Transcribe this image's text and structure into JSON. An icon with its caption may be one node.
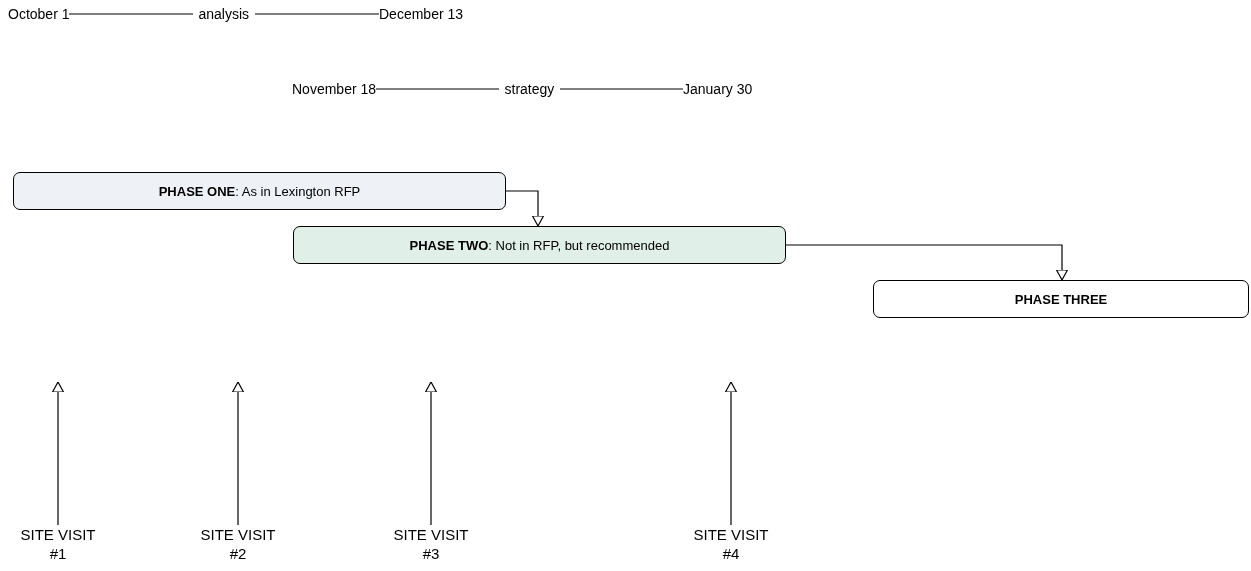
{
  "diagram": {
    "nodes": [
      {
        "text": [
          "October 1"
        ]
      },
      {
        "text": [
          "December 13"
        ]
      },
      {
        "text": [
          "November 18"
        ]
      },
      {
        "text": [
          "January 30"
        ]
      },
      {
        "text": [
          "**PHASE ONE**:  As in Lexington RFP"
        ]
      },
      {
        "text": [
          "**PHASE TWO**:  Not in RFP, but recommended"
        ]
      },
      {
        "text": [
          "PHASE THREE"
        ]
      },
      {
        "text": [
          "SITE VISIT #1"
        ]
      },
      {
        "text": [
          "SITE VISIT #2"
        ]
      },
      {
        "text": [
          "SITE VISIT #3"
        ]
      },
      {
        "text": [
          "SITE VISIT #4"
        ]
      }
    ],
    "edges": [
      {
        "from": 0,
        "to": 1,
        "arrow": "none",
        "label": "analysis"
      },
      {
        "from": 2,
        "to": 3,
        "arrow": "none",
        "label": "strategy"
      },
      {
        "from": 4,
        "to": 5,
        "arrow": "to"
      },
      {
        "from": 5,
        "to": 6,
        "arrow": "to"
      },
      {
        "from": 7,
        "to": null,
        "arrow": "to"
      },
      {
        "from": 8,
        "to": null,
        "arrow": "to"
      },
      {
        "from": 9,
        "to": null,
        "arrow": "to"
      },
      {
        "from": 10,
        "to": null,
        "arrow": "to"
      }
    ]
  }
}
